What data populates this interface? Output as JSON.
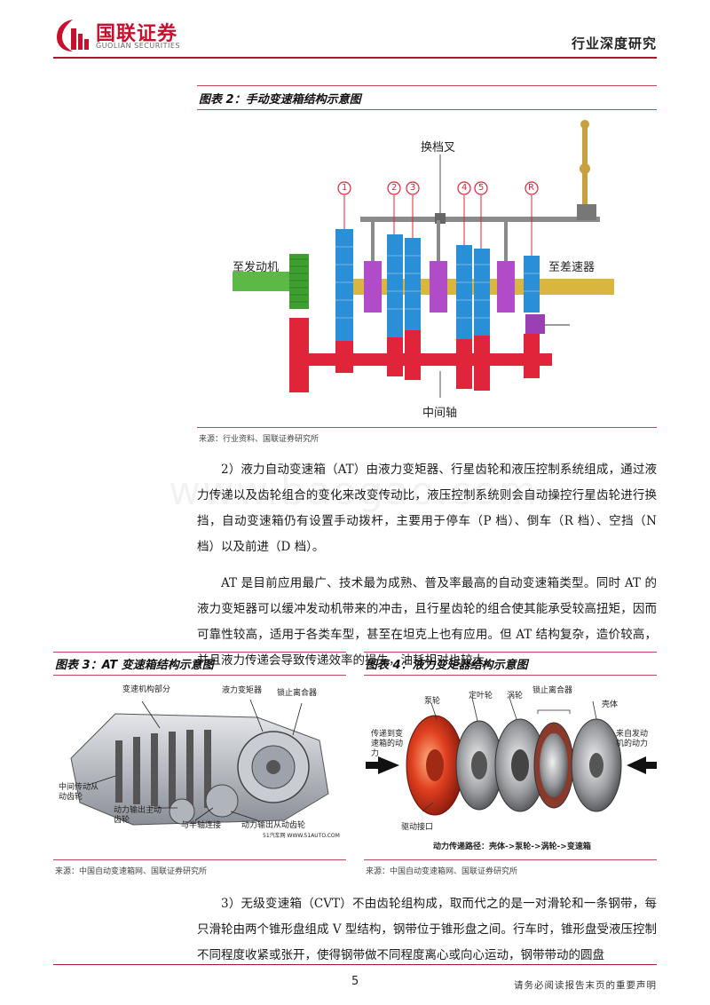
{
  "header": {
    "logo_cn": "国联证券",
    "logo_en": "GUOLIAN SECURITIES",
    "report_type": "行业深度研究"
  },
  "figure2": {
    "caption": "图表 2：手动变速箱结构示意图",
    "label_shift_fork": "换档叉",
    "label_engine": "至发动机",
    "label_diff": "至差速器",
    "label_shaft": "中间轴",
    "gear_marks": [
      "1",
      "2",
      "3",
      "4",
      "5",
      "R"
    ],
    "source": "来源：行业资料、国联证券研究所"
  },
  "watermark": "www.baogao.com",
  "paragraphs": [
    "2）液力自动变速箱（AT）由液力变矩器、行星齿轮和液压控制系统组成，通过液力传递以及齿轮组合的变化来改变传动比，液压控制系统则会自动操控行星齿轮进行换挡，自动变速箱仍有设置手动拨杆，主要用于停车（P 档）、倒车（R 档）、空挡（N 档）以及前进（D 档）。",
    "AT 是目前应用最广、技术最为成熟、普及率最高的自动变速箱类型。同时 AT 的液力变矩器可以缓冲发动机带来的冲击，且行星齿轮的组合使其能承受较高扭矩，因而可靠性较高，适用于各类车型，甚至在坦克上也有应用。但 AT 结构复杂，造价较高，并且液力传递会导致传递效率的损失，油耗相对也较大。"
  ],
  "figure3": {
    "caption": "图表 3：AT 变速箱结构示意图",
    "labels": [
      "变速机构部分",
      "液力变矩器",
      "锁止离合器",
      "中间传动从动齿轮",
      "动力输出主动齿轮",
      "与半轴连接",
      "动力输出从动齿轮"
    ],
    "credit": "51汽车网 WWW.51AUTO.COM",
    "source": "来源：中国自动变速箱网、国联证券研究所"
  },
  "figure4": {
    "caption": "图表 4：液力变矩器结构示意图",
    "labels": [
      "泵轮",
      "定叶轮",
      "涡轮",
      "锁止离合器",
      "壳体",
      "传递到变速箱的动力",
      "来自发动机的动力",
      "驱动接口"
    ],
    "path": "动力传递路径：壳体->泵轮->涡轮->变速箱",
    "source": "来源：中国自动变速箱网、国联证券研究所"
  },
  "paragraph3": "3）无级变速箱（CVT）不由齿轮组构成，取而代之的是一对滑轮和一条钢带，每只滑轮由两个锥形盘组成 V 型结构，钢带位于锥形盘之间。行车时，锥形盘受液压控制不同程度收紧或张开，使得钢带做不同程度离心或向心运动，钢带带动的圆盘",
  "footer": {
    "page": "5",
    "notice": "请务必阅读报告末页的重要声明"
  },
  "colors": {
    "brand_red": "#c8102e",
    "gear_blue": "#2a8fd6",
    "gear_red": "#e0253a",
    "gear_green": "#4caf3a",
    "gear_purple": "#b04cc8",
    "shaft_gold": "#d8b640"
  }
}
